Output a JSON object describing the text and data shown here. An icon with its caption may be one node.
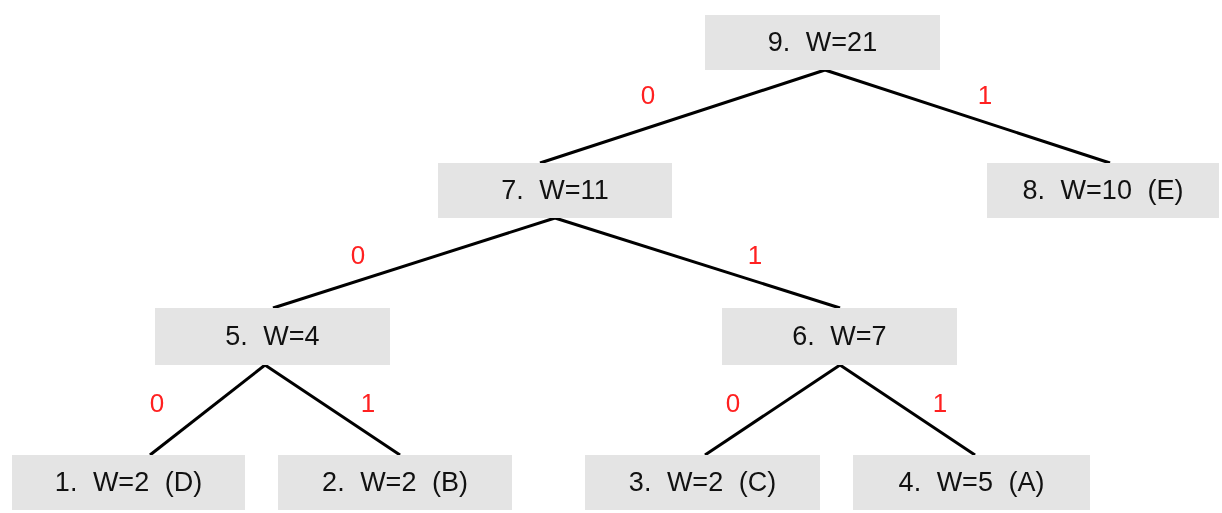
{
  "diagram": {
    "nodes": [
      {
        "text": [
          "9. W=21"
        ]
      },
      {
        "text": [
          "7. W=11"
        ]
      },
      {
        "text": [
          "8. W=10 (E)"
        ]
      },
      {
        "text": [
          "5. W=4"
        ]
      },
      {
        "text": [
          "6. W=7"
        ]
      },
      {
        "text": [
          "1. W=2 (D)"
        ]
      },
      {
        "text": [
          "2. W=2 (B)"
        ]
      },
      {
        "text": [
          "3. W=2 (C)"
        ]
      },
      {
        "text": [
          "4. W=5 (A)"
        ]
      }
    ],
    "edges": [
      {
        "from": 0,
        "to": 1,
        "arrow": "none",
        "label": "0"
      },
      {
        "from": 0,
        "to": 2,
        "arrow": "none",
        "label": "1"
      },
      {
        "from": 1,
        "to": 3,
        "arrow": "none",
        "label": "0"
      },
      {
        "from": 1,
        "to": 4,
        "arrow": "none",
        "label": "1"
      },
      {
        "from": 3,
        "to": 5,
        "arrow": "none",
        "label": "0"
      },
      {
        "from": 3,
        "to": 6,
        "arrow": "none",
        "label": "1"
      },
      {
        "from": 4,
        "to": 7,
        "arrow": "none",
        "label": "0"
      },
      {
        "from": 4,
        "to": 8,
        "arrow": "none",
        "label": "1"
      }
    ]
  }
}
